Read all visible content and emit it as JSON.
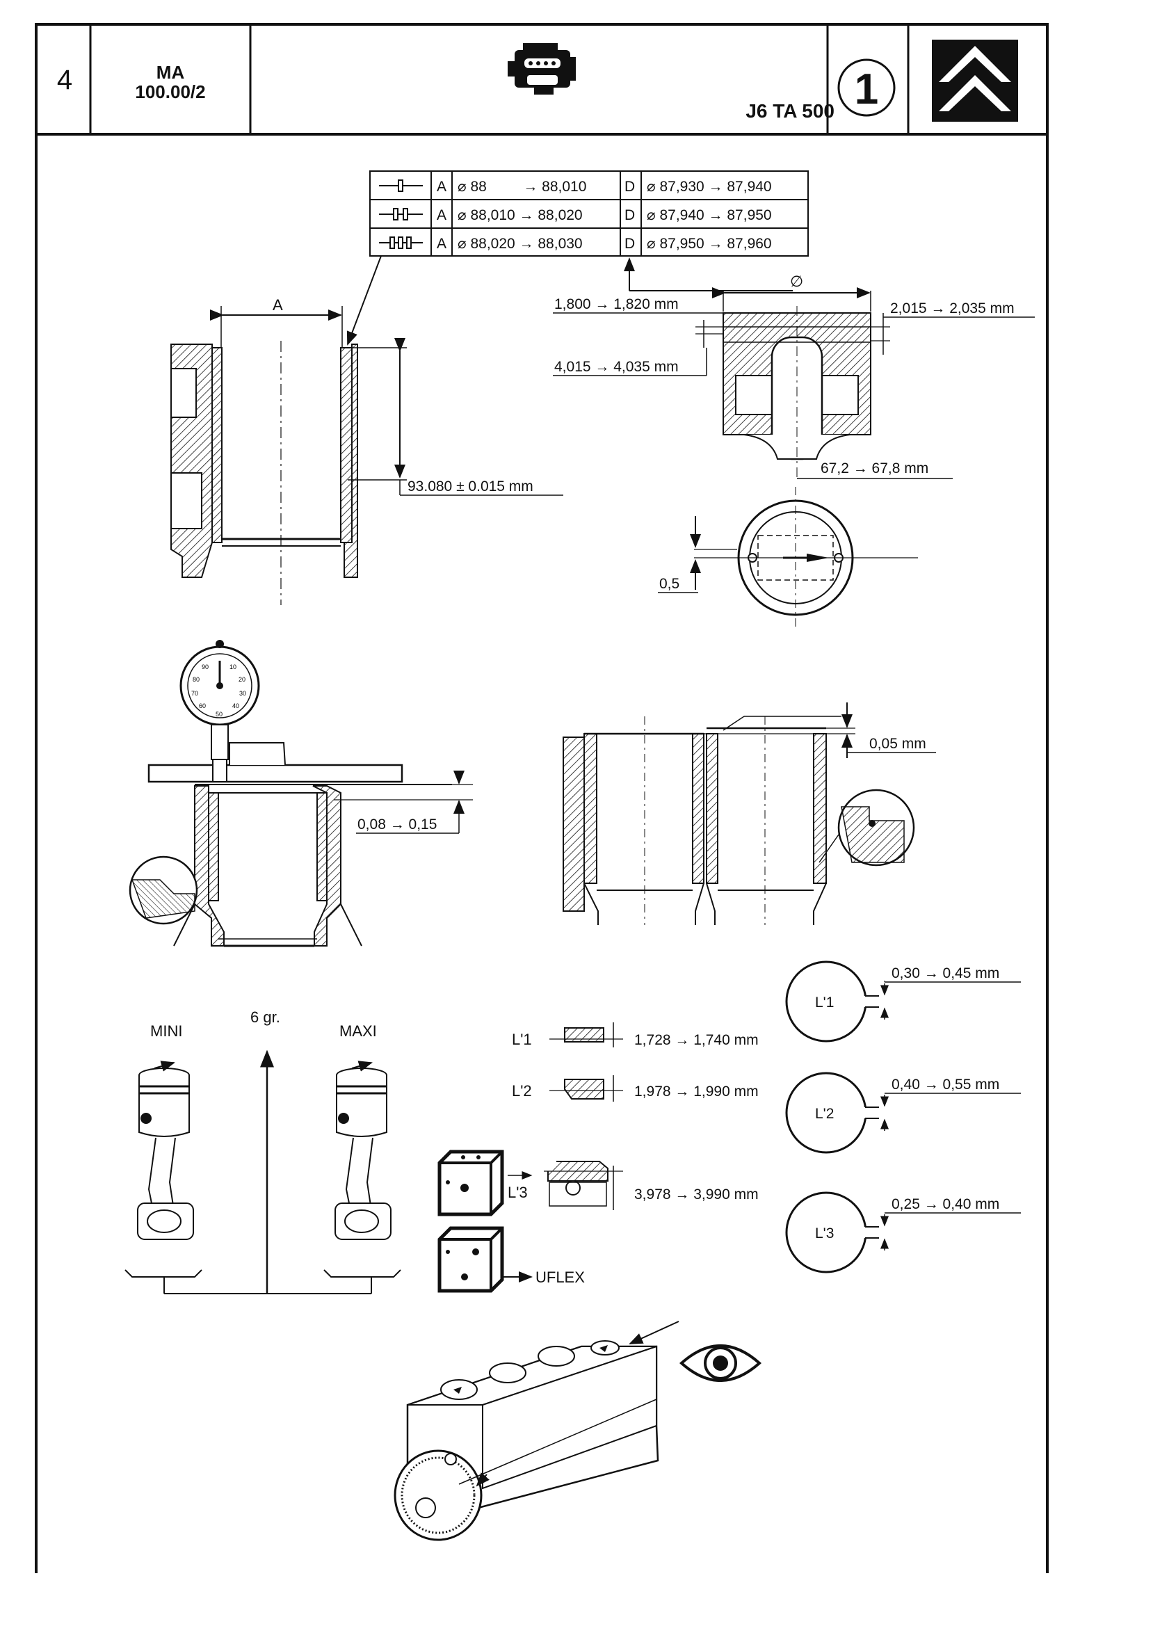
{
  "header": {
    "page_number": "4",
    "doc_code_line1": "MA",
    "doc_code_line2": "100.00/2",
    "engine_code": "J6 TA 500",
    "section_number": "1",
    "engine_icon": "engine-icon",
    "brand_logo": "chevron-logo-icon"
  },
  "liner_table": {
    "rows": [
      {
        "mark": "1-bar-mark",
        "a": "A",
        "a_range": "⌀ 88         → 88,010",
        "d": "D",
        "d_range": "⌀ 87,930 → 87,940"
      },
      {
        "mark": "2-bar-mark",
        "a": "A",
        "a_range": "⌀ 88,010 → 88,020",
        "d": "D",
        "d_range": "⌀ 87,940 → 87,950"
      },
      {
        "mark": "3-bar-mark",
        "a": "A",
        "a_range": "⌀ 88,020 → 88,030",
        "d": "D",
        "d_range": "⌀ 87,950 → 87,960"
      }
    ]
  },
  "liner_section": {
    "label_a": "A",
    "height_dim": "93.080 ± 0.015 mm"
  },
  "piston": {
    "diameter_symbol": "∅",
    "groove1": "1,800 → 1,820 mm",
    "groove2": "4,015 → 4,035 mm",
    "groove_right": "2,015 → 2,035 mm",
    "pin_height": "67,2 → 67,8 mm",
    "offset": "0,5"
  },
  "dial_gauge": {
    "protrusion": "0,08 → 0,15",
    "scale_labels": [
      "90",
      "10",
      "80",
      "20",
      "70",
      "30",
      "60",
      "40",
      "50"
    ]
  },
  "liners_pair": {
    "difference": "0,05 mm"
  },
  "weights": {
    "mini": "MINI",
    "maxi": "MAXI",
    "tolerance": "6 gr."
  },
  "rings": {
    "rows": [
      {
        "label": "L'1",
        "thickness": "1,728 → 1,740 mm",
        "gap": "0,30 → 0,45 mm"
      },
      {
        "label": "L'2",
        "thickness": "1,978 → 1,990 mm",
        "gap": "0,40 → 0,55 mm"
      },
      {
        "label": "L'3",
        "thickness": "3,978 → 3,990 mm",
        "gap": "0,25 → 0,40 mm"
      }
    ],
    "uflex": "UFLEX",
    "l3_arrow_label": "L'3"
  }
}
